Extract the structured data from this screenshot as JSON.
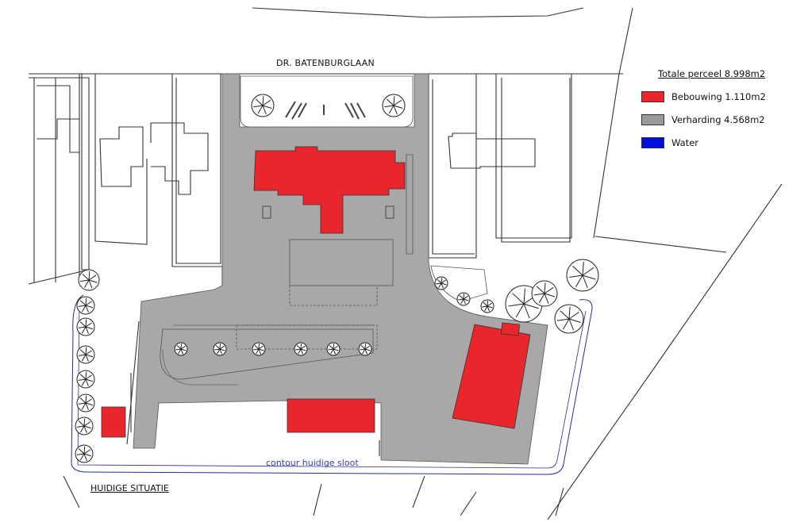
{
  "street_name": "DR. BATENBURGLAAN",
  "situation_label": "HUIDIGE SITUATIE",
  "contour_label": "contour huidige sloot",
  "legend": {
    "title": "Totale perceel 8.998m2",
    "items": [
      {
        "label": "Bebouwing 1.110m2",
        "color": "#e8262b"
      },
      {
        "label": "Verharding 4.568m2",
        "color": "#9a9a9a"
      },
      {
        "label": "Water",
        "color": "#0010d8"
      }
    ]
  },
  "colors": {
    "building": "#e8262b",
    "paving": "#a9a7a7",
    "water_contour": "#2a2aa0",
    "lines": "#333333"
  }
}
